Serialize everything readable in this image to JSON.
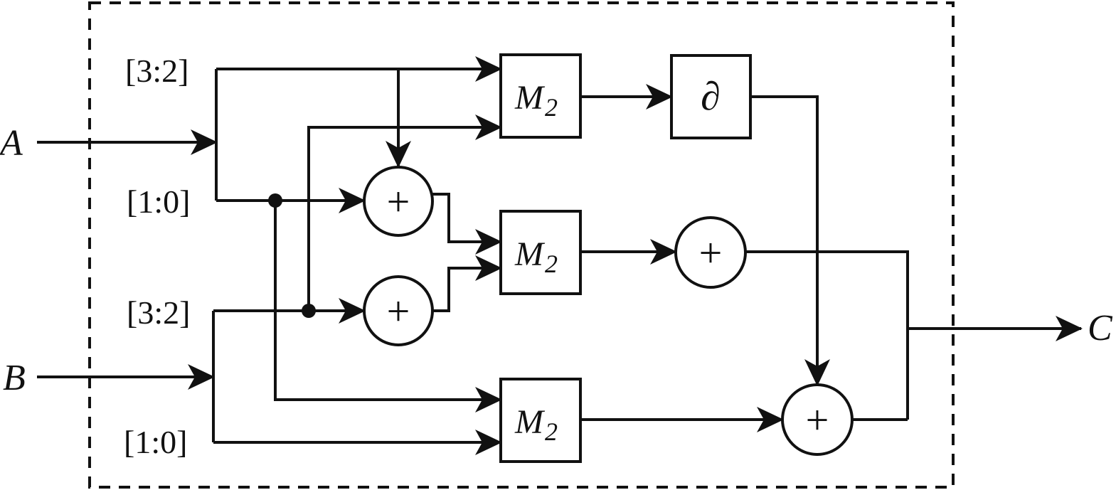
{
  "inputs": {
    "a": "A",
    "b": "B"
  },
  "output": {
    "c": "C"
  },
  "bit_ranges": {
    "a_high": "[3:2]",
    "a_low": "[1:0]",
    "b_high": "[3:2]",
    "b_low": "[1:0]"
  },
  "multipliers": {
    "symbol": "M",
    "subscript": "2"
  },
  "partial_block": "∂",
  "adder_symbol": "+",
  "colors": {
    "stroke": "#111111",
    "background": "#ffffff"
  }
}
